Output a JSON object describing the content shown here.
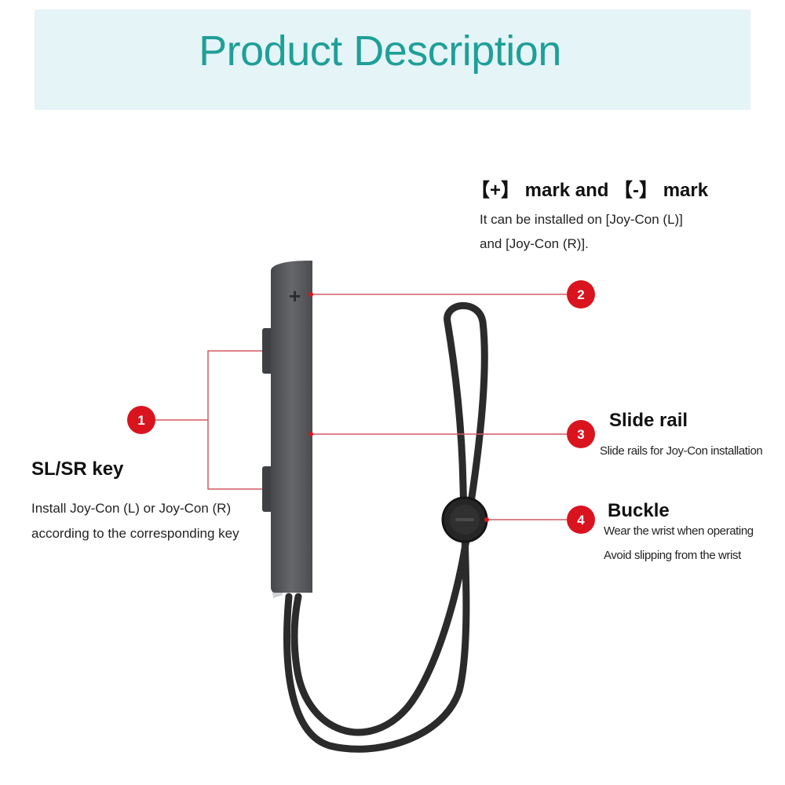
{
  "header": {
    "title": "Product Description"
  },
  "callouts": [
    {
      "number": "1",
      "heading": "SL/SR key",
      "lines": [
        "Install Joy-Con (L) or Joy-Con (R)",
        "according to the corresponding key"
      ]
    },
    {
      "number": "2",
      "heading": "【+】 mark and 【-】 mark",
      "lines": [
        "It can be installed on [Joy-Con (L)]",
        "and [Joy-Con (R)]."
      ]
    },
    {
      "number": "3",
      "heading": "Slide rail",
      "lines": [
        "Slide rails for Joy-Con installation"
      ]
    },
    {
      "number": "4",
      "heading": "Buckle",
      "lines": [
        "Wear the wrist when operating",
        "Avoid slipping from the wrist"
      ]
    }
  ],
  "product": {
    "plus_mark": "+"
  },
  "colors": {
    "accent": "#1f9f98",
    "badge": "#d9141f",
    "leader": "#d25a62",
    "strap": "#2b2b2b",
    "body": "#5a5c60"
  }
}
